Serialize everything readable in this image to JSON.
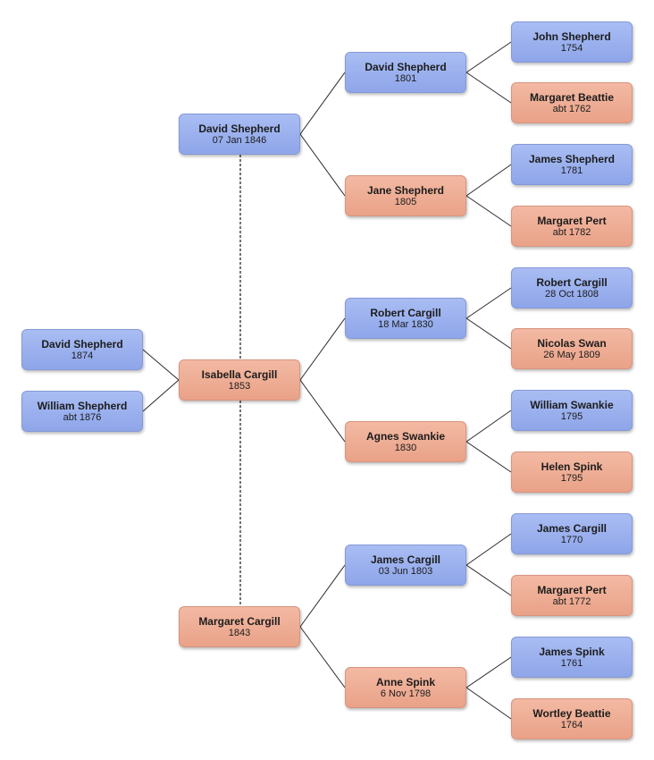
{
  "persons": {
    "david_1874": {
      "name": "David Shepherd",
      "date": "1874",
      "sex": "male"
    },
    "william_1876": {
      "name": "William Shepherd",
      "date": "abt 1876",
      "sex": "male"
    },
    "david_1846": {
      "name": "David Shepherd",
      "date": "07 Jan 1846",
      "sex": "male"
    },
    "isabella_1853": {
      "name": "Isabella Cargill",
      "date": "1853",
      "sex": "female"
    },
    "margaret_1843": {
      "name": "Margaret Cargill",
      "date": "1843",
      "sex": "female"
    },
    "david_1801": {
      "name": "David Shepherd",
      "date": "1801",
      "sex": "male"
    },
    "jane_1805": {
      "name": "Jane Shepherd",
      "date": "1805",
      "sex": "female"
    },
    "robert_1830": {
      "name": "Robert Cargill",
      "date": "18 Mar 1830",
      "sex": "male"
    },
    "agnes_1830": {
      "name": "Agnes Swankie",
      "date": "1830",
      "sex": "female"
    },
    "james_1803": {
      "name": "James Cargill",
      "date": "03 Jun 1803",
      "sex": "male"
    },
    "anne_1798": {
      "name": "Anne Spink",
      "date": "6 Nov 1798",
      "sex": "female"
    },
    "john_1754": {
      "name": "John Shepherd",
      "date": "1754",
      "sex": "male"
    },
    "margaretb_1762": {
      "name": "Margaret Beattie",
      "date": "abt 1762",
      "sex": "female"
    },
    "jamess_1781": {
      "name": "James Shepherd",
      "date": "1781",
      "sex": "male"
    },
    "margaretp_1782": {
      "name": "Margaret Pert",
      "date": "abt 1782",
      "sex": "female"
    },
    "robert_1808": {
      "name": "Robert Cargill",
      "date": "28 Oct 1808",
      "sex": "male"
    },
    "nicolas_1809": {
      "name": "Nicolas Swan",
      "date": "26 May 1809",
      "sex": "female"
    },
    "williams_1795": {
      "name": "William Swankie",
      "date": "1795",
      "sex": "male"
    },
    "helen_1795": {
      "name": "Helen Spink",
      "date": "1795",
      "sex": "female"
    },
    "jamesc_1770": {
      "name": "James Cargill",
      "date": "1770",
      "sex": "male"
    },
    "margaretp_1772": {
      "name": "Margaret Pert",
      "date": "abt 1772",
      "sex": "female"
    },
    "jamessp_1761": {
      "name": "James Spink",
      "date": "1761",
      "sex": "male"
    },
    "wortley_1764": {
      "name": "Wortley Beattie",
      "date": "1764",
      "sex": "female"
    }
  },
  "parents": [
    {
      "child": "david_1874",
      "father": "david_1846",
      "mother": "isabella_1853"
    },
    {
      "child": "william_1876",
      "father": "david_1846",
      "mother": "isabella_1853"
    },
    {
      "child": "david_1846",
      "father": "david_1801",
      "mother": "jane_1805"
    },
    {
      "child": "isabella_1853",
      "father": "robert_1830",
      "mother": "agnes_1830"
    },
    {
      "child": "margaret_1843",
      "father": "james_1803",
      "mother": "anne_1798"
    },
    {
      "child": "david_1801",
      "father": "john_1754",
      "mother": "margaretb_1762"
    },
    {
      "child": "jane_1805",
      "father": "jamess_1781",
      "mother": "margaretp_1782"
    },
    {
      "child": "robert_1830",
      "father": "robert_1808",
      "mother": "nicolas_1809"
    },
    {
      "child": "agnes_1830",
      "father": "williams_1795",
      "mother": "helen_1795"
    },
    {
      "child": "james_1803",
      "father": "jamesc_1770",
      "mother": "margaretp_1772"
    },
    {
      "child": "anne_1798",
      "father": "jamessp_1761",
      "mother": "wortley_1764"
    }
  ],
  "spouse_links": [
    {
      "a": "david_1846",
      "b": "isabella_1853"
    },
    {
      "a": "isabella_1853",
      "b": "margaret_1843"
    }
  ],
  "colors": {
    "male": "#94aaea",
    "female": "#eca78d",
    "line": "#2a2a2a"
  }
}
